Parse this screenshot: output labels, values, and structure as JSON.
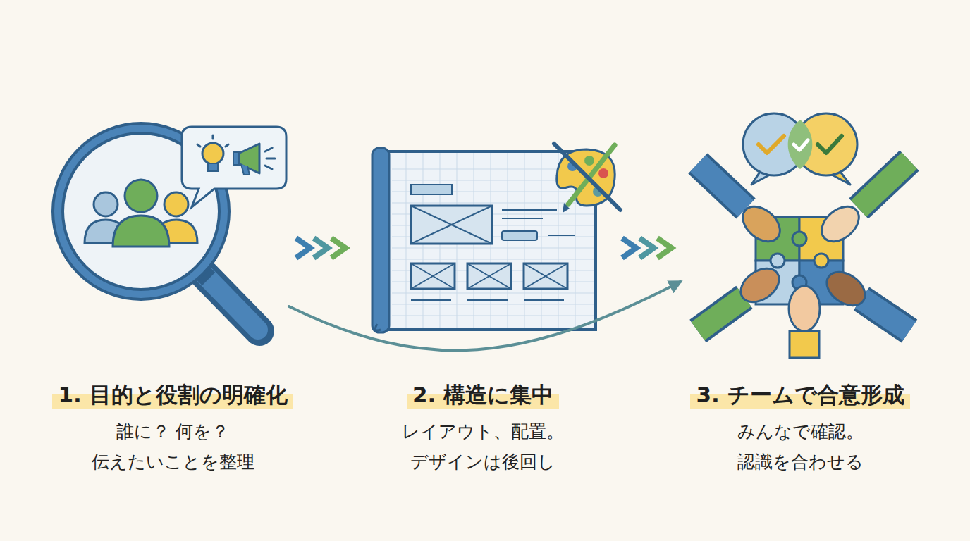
{
  "diagram": {
    "nodes": [
      {
        "text": [
          "1. 目的と役割の明確化",
          "誰に？ 何を？ 伝えたいことを整理"
        ]
      },
      {
        "text": [
          "2. 構造に集中",
          "レイアウト、配置。 デザインは後回し"
        ]
      },
      {
        "text": [
          "3. チームで合意形成",
          "みんなで確認。 認識を合わせる"
        ]
      }
    ],
    "edges": [
      {
        "from": 0,
        "to": 1,
        "arrow": "to"
      },
      {
        "from": 1,
        "to": 2,
        "arrow": "to"
      },
      {
        "from": 0,
        "to": 2,
        "arrow": "to"
      }
    ]
  }
}
